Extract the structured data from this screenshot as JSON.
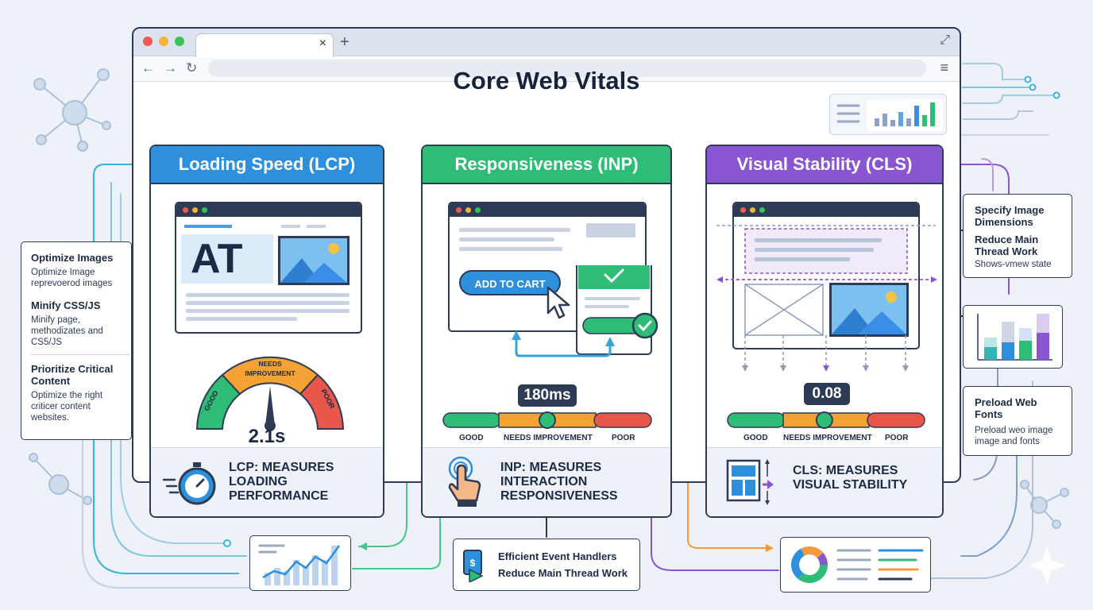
{
  "title": "Core Web Vitals",
  "colors": {
    "lcp": "#2e8fdc",
    "inp": "#2fbc77",
    "cls": "#8a55d0",
    "good": "#2fbc77",
    "needs": "#f4a233",
    "poor": "#e8574a"
  },
  "browser": {
    "tab_close": "×",
    "new_tab": "+",
    "back": "←",
    "forward": "→",
    "reload": "↻",
    "menu": "≡",
    "expand": "⤢",
    "url": ""
  },
  "panels": {
    "lcp": {
      "header": "Loading Speed (LCP)",
      "hero_text": "AT",
      "gauge_labels": {
        "good": "GOOD",
        "needs_line1": "NEEDS",
        "needs_line2": "IMPROVEMENT",
        "poor": "POOR"
      },
      "value": "2.1s",
      "footer": [
        "LCP: MEASURES",
        "LOADING",
        "PERFORMANCE"
      ],
      "icon": "stopwatch-icon"
    },
    "inp": {
      "header": "Responsiveness (INP)",
      "button": "ADD TO CART",
      "value": "180ms",
      "marker_fraction": 0.5,
      "scale": {
        "good": "GOOD",
        "needs": "NEEDS IMPROVEMENT",
        "poor": "POOR"
      },
      "footer": [
        "INP: MEASURES",
        "INTERACTION",
        "RESPONSIVENESS"
      ],
      "icon": "tap-hand-icon"
    },
    "cls": {
      "header": "Visual Stability (CLS)",
      "value": "0.08",
      "marker_fraction": 0.48,
      "scale": {
        "good": "GOOD",
        "needs": "NEEDS IMPROVEMENT",
        "poor": "POOR"
      },
      "footer": [
        "CLS: MEASURES",
        "VISUAL STABILITY"
      ],
      "icon": "layout-shift-icon"
    }
  },
  "left_card": {
    "items": [
      {
        "title": "Optimize Images",
        "sub": [
          "Optimize Image",
          "reprevoerod images"
        ]
      },
      {
        "title": "Minify CSS/JS",
        "sub": [
          "Minify page,",
          "methodizates and",
          "CS5/JS"
        ]
      },
      {
        "title": "Prioritize Critical Content",
        "sub": [
          "Optimize the right",
          "criticer content",
          "websites."
        ]
      }
    ]
  },
  "right_cards": {
    "top": {
      "title1": "Specify Image",
      "title2": "Dimensions",
      "title3": "Reduce Main",
      "title4": "Thread Work",
      "sub": "Shows-vmew state"
    },
    "bottom": {
      "title1": "Preload Web",
      "title2": "Fonts",
      "sub1": "Preload weo image",
      "sub2": "image and fonts"
    }
  },
  "bottom_card": {
    "line1": "Efficient Event Handlers",
    "line2": "Reduce Main Thread Work"
  }
}
